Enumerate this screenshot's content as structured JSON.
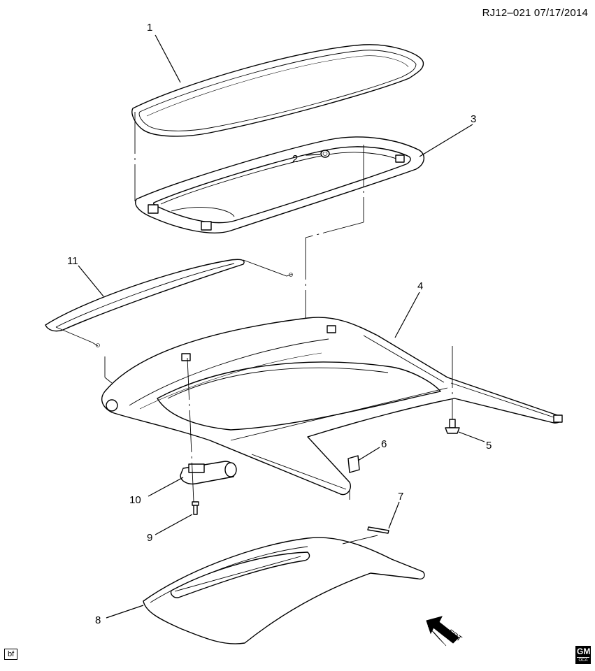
{
  "header": {
    "ref": "RJ12–021  07/17/2014"
  },
  "callouts": {
    "c1": "1",
    "c2": "2",
    "c3": "3",
    "c4": "4",
    "c5": "5",
    "c6": "6",
    "c7": "7",
    "c8": "8",
    "c9": "9",
    "c10": "10",
    "c11": "11"
  },
  "direction": {
    "label": "FRT"
  },
  "footer": {
    "code": "bf"
  },
  "logo": {
    "text": "GM",
    "sub": "OCA"
  }
}
